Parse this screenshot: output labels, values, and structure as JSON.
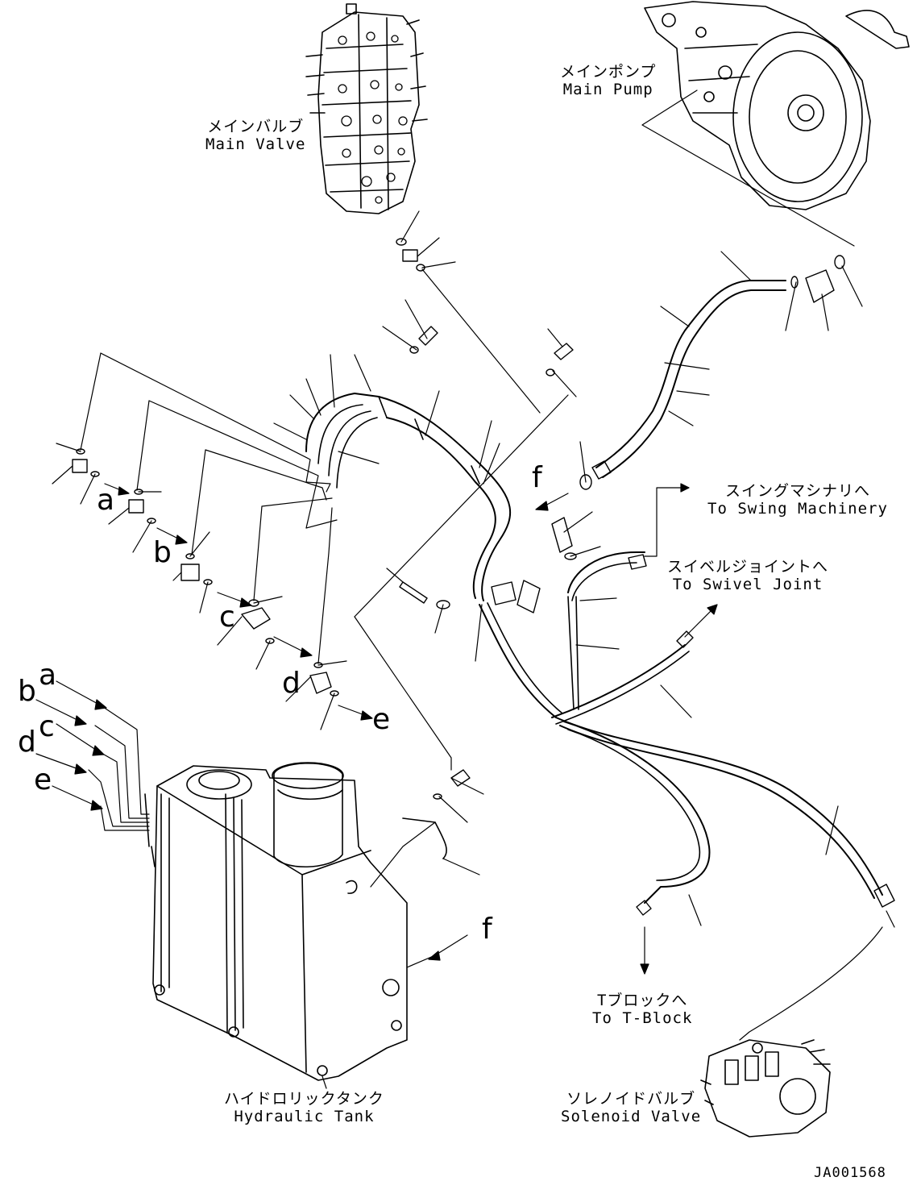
{
  "labels": {
    "main_valve": {
      "jp": "メインバルブ",
      "en": "Main Valve"
    },
    "main_pump": {
      "jp": "メインポンプ",
      "en": "Main Pump"
    },
    "swing_machinery": {
      "jp": "スイングマシナリへ",
      "en": "To Swing Machinery"
    },
    "swivel_joint": {
      "jp": "スイベルジョイントへ",
      "en": "To Swivel Joint"
    },
    "t_block": {
      "jp": "Tブロックへ",
      "en": "To T-Block"
    },
    "hydraulic_tank": {
      "jp": "ハイドロリックタンク",
      "en": "Hydraulic Tank"
    },
    "solenoid_valve": {
      "jp": "ソレノイドバルブ",
      "en": "Solenoid Valve"
    }
  },
  "connection_letters": {
    "a_upper": "a",
    "b_upper": "b",
    "c_upper": "c",
    "d_upper": "d",
    "e_upper": "e",
    "a_lower": "a",
    "b_lower": "b",
    "c_lower": "c",
    "d_lower": "d",
    "e_lower": "e",
    "f_upper": "f",
    "f_lower": "f"
  },
  "drawing_code": "JA001568",
  "colors": {
    "ink": "#000000",
    "paper": "#ffffff"
  }
}
